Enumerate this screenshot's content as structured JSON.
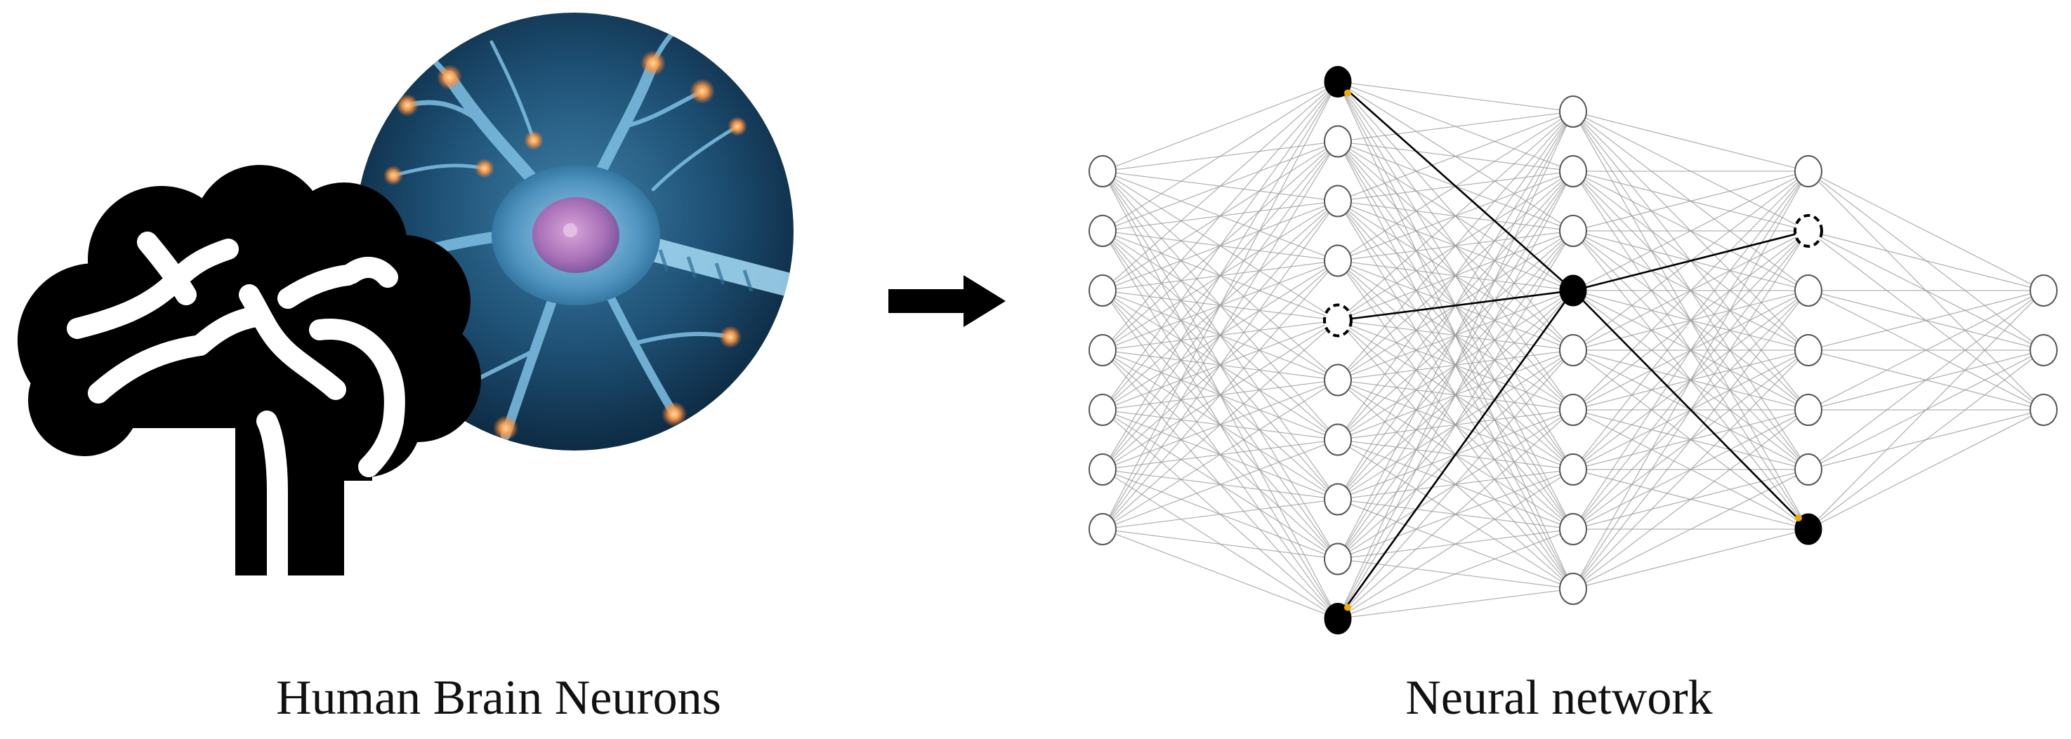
{
  "captions": {
    "left": "Human Brain Neurons",
    "right": "Neural network"
  },
  "network": {
    "layers": [
      7,
      10,
      9,
      7,
      3
    ],
    "node_states": [
      [
        "o",
        "o",
        "o",
        "o",
        "o",
        "o",
        "o"
      ],
      [
        "filled",
        "o",
        "o",
        "o",
        "dashed",
        "o",
        "o",
        "o",
        "o",
        "filled"
      ],
      [
        "o",
        "o",
        "o",
        "filled",
        "o",
        "o",
        "o",
        "o",
        "o"
      ],
      [
        "o",
        "dashed",
        "o",
        "o",
        "o",
        "o",
        "filled"
      ],
      [
        "o",
        "o",
        "o"
      ]
    ],
    "highlighted_connections": [
      [
        [
          1,
          0
        ],
        [
          2,
          3
        ]
      ],
      [
        [
          1,
          4
        ],
        [
          2,
          3
        ]
      ],
      [
        [
          1,
          9
        ],
        [
          2,
          3
        ]
      ],
      [
        [
          2,
          3
        ],
        [
          3,
          1
        ]
      ],
      [
        [
          2,
          3
        ],
        [
          3,
          6
        ]
      ]
    ]
  },
  "colors": {
    "node_fill": "#ffffff",
    "node_stroke": "#555555",
    "active_node": "#000000",
    "edge": "#9a9a9a",
    "highlight_edge": "#000000",
    "signal_dot": "#f2a900",
    "brain_icon": "#000000",
    "arrow": "#000000"
  },
  "icons": {
    "brain": "brain-silhouette-icon",
    "neuron": "neuron-micrograph-illustration",
    "arrow": "right-arrow-icon"
  }
}
